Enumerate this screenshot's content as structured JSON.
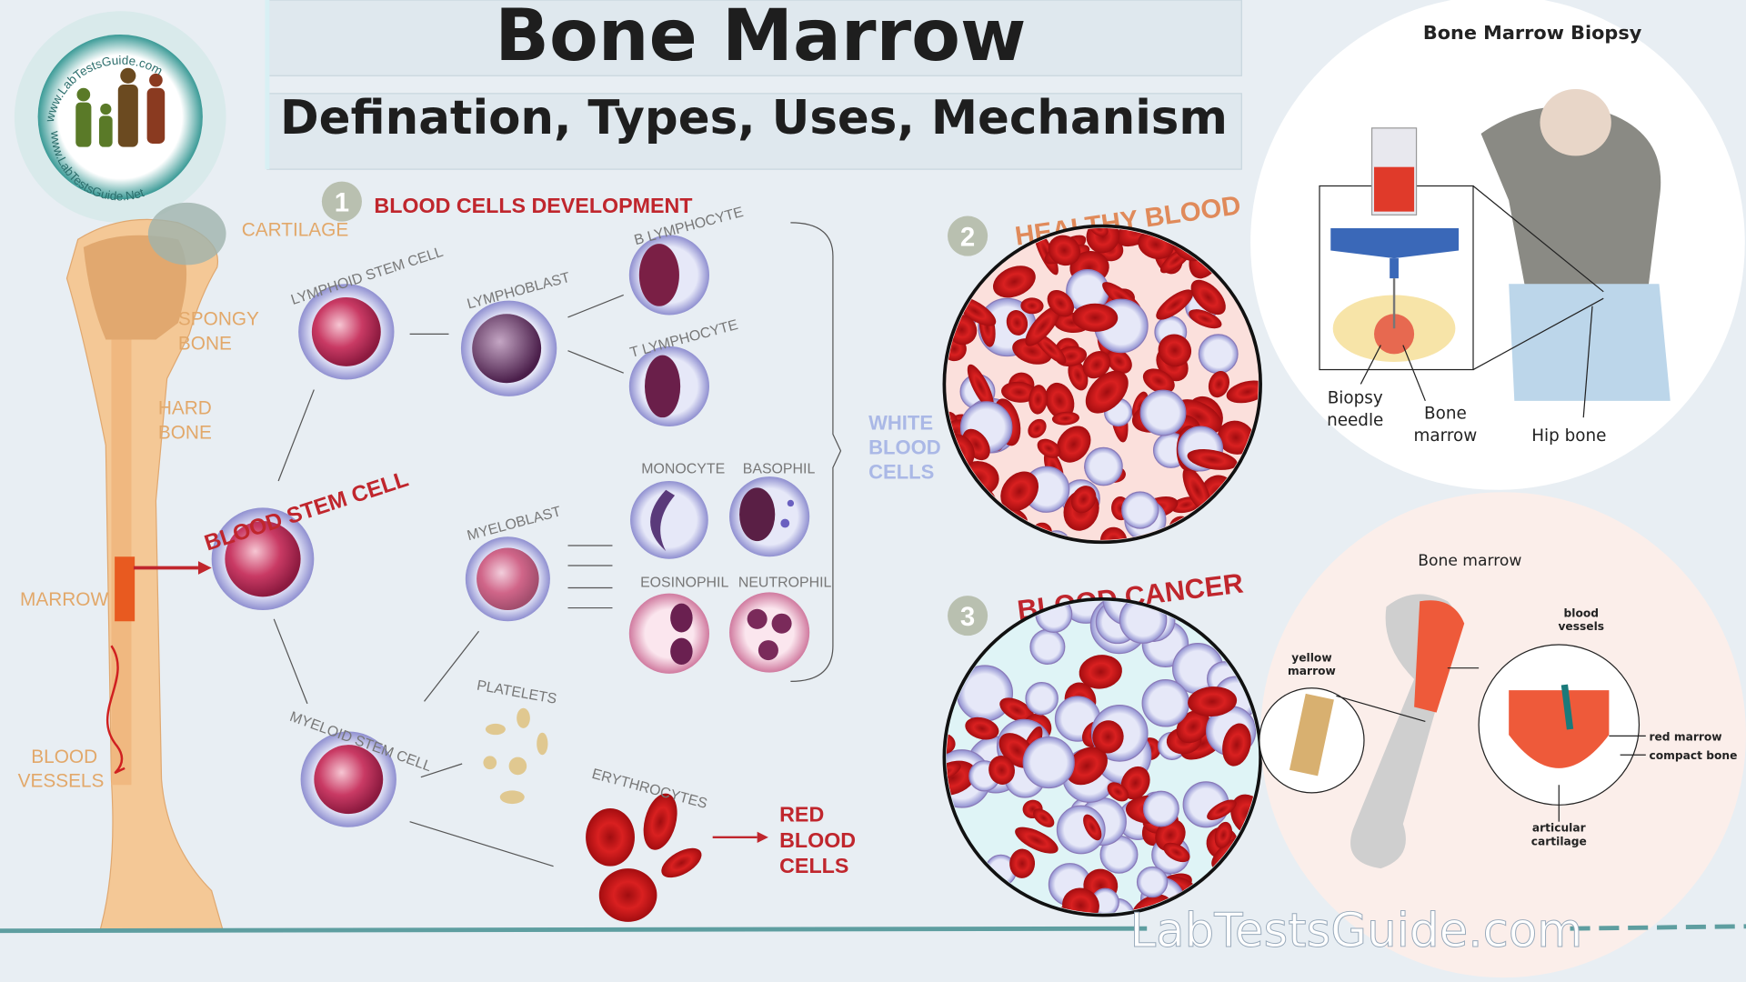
{
  "header": {
    "title": "Bone Marrow",
    "subtitle": "Defination, Types, Uses, Mechanism"
  },
  "logo": {
    "text_top": "www.LabTestsGuide.com",
    "text_bottom": "www.LabTestsGuide.Net"
  },
  "bone_labels": {
    "cartilage": "CARTILAGE",
    "spongy_1": "SPONGY",
    "spongy_2": "BONE",
    "hard_1": "HARD",
    "hard_2": "BONE",
    "marrow": "MARROW",
    "vessels_1": "BLOOD",
    "vessels_2": "VESSELS"
  },
  "section1": {
    "number": "1",
    "title": "BLOOD CELLS DEVELOPMENT",
    "blood_stem_cell": "BLOOD STEM CELL",
    "lymphoid_stem_cell": "LYMPHOID STEM CELL",
    "lymphoblast": "LYMPHOBLAST",
    "b_lymphocyte": "B LYMPHOCYTE",
    "t_lymphocyte": "T LYMPHOCYTE",
    "myeloblast": "MYELOBLAST",
    "monocyte": "MONOCYTE",
    "basophil": "BASOPHIL",
    "eosinophil": "EOSINOPHIL",
    "neutrophil": "NEUTROPHIL",
    "myeloid_stem_cell": "MYELOID STEM CELL",
    "platelets": "PLATELETS",
    "erythrocytes": "ERYTHROCYTES",
    "white_blood_cells": [
      "WHITE",
      "BLOOD",
      "CELLS"
    ],
    "red_blood_cells": [
      "RED",
      "BLOOD",
      "CELLS"
    ]
  },
  "section2": {
    "number": "2",
    "title": "HEALTHY BLOOD"
  },
  "section3": {
    "number": "3",
    "title": "BLOOD CANCER"
  },
  "biopsy": {
    "title": "Bone Marrow Biopsy",
    "needle": [
      "Biopsy",
      "needle"
    ],
    "marrow": [
      "Bone",
      "marrow"
    ],
    "hip": "Hip bone"
  },
  "marrow_diagram": {
    "title": "Bone marrow",
    "yellow_marrow": [
      "yellow",
      "marrow"
    ],
    "blood_vessels": [
      "blood",
      "vessels"
    ],
    "red_marrow": "red marrow",
    "compact_bone": "compact bone",
    "articular_cartilage": [
      "articular",
      "cartilage"
    ]
  },
  "footer": {
    "watermark": "LabTestsGuide.com"
  },
  "colors": {
    "background": "#e8eef3",
    "accent_red": "#c0262d",
    "bone": "#f4c896",
    "label_orange": "#e2a86a",
    "white_cells_label": "#aab8e6",
    "footer_line": "#5e9ea0"
  }
}
